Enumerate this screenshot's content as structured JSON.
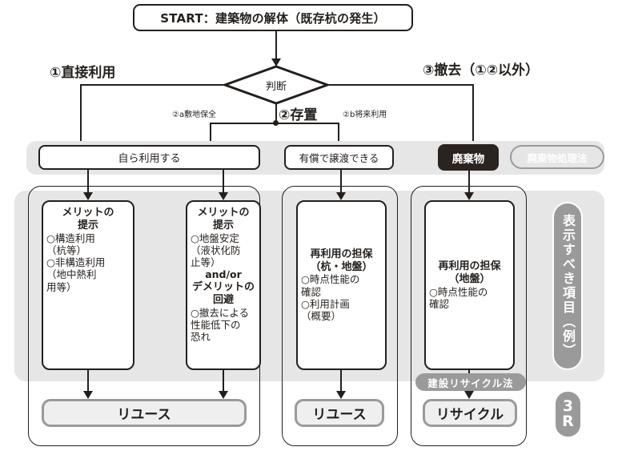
{
  "diagram": {
    "start": {
      "label": "START：建築物の解体（既存杭の発生）"
    },
    "decision": {
      "label": "判断"
    },
    "branches": {
      "left": "①直接利用",
      "right": "③撤去（①②以外）",
      "center": "②存置",
      "center_left": "②a敷地保全",
      "center_right": "②b将来利用"
    },
    "level2": {
      "self_use": "自ら利用する",
      "paid_transfer": "有償で譲渡できる",
      "waste": "廃棄物",
      "waste_law": "廃棄物処理法"
    },
    "cards": [
      {
        "id": "merit-structural",
        "heading": "メリットの\n提示",
        "heading_line1": "メリットの",
        "heading_line2": "提示",
        "items": [
          "○構造利用",
          "（杭等）",
          "○非構造利用",
          "（地中熱利",
          "用等）"
        ]
      },
      {
        "id": "merit-ground",
        "heading_line1": "メリットの",
        "heading_line2": "提示",
        "items_a": [
          "○地盤安定",
          "（液状化防",
          "止等）"
        ],
        "connector": "and/or",
        "heading2_line1": "デメリットの",
        "heading2_line2": "回避",
        "items_b": [
          "○撤去による",
          "性能低下の",
          "恐れ"
        ]
      },
      {
        "id": "reuse-guarantee-pile-ground",
        "heading_line1": "再利用の担保",
        "heading_line2": "（杭・地盤）",
        "items": [
          "○時点性能の",
          "確認",
          "○利用計画",
          "（概要）"
        ]
      },
      {
        "id": "reuse-guarantee-ground",
        "heading_line1": "再利用の担保",
        "heading_line2": "（地盤）",
        "items": [
          "○時点性能の",
          "確認"
        ]
      }
    ],
    "results": {
      "reuse_left": "リユース",
      "reuse_mid": "リユース",
      "recycle": "リサイクル",
      "construction_recycle_law": "建設リサイクル法"
    },
    "side_labels": {
      "display_items": "表示すべき項目（例）",
      "three_r_line1": "3",
      "three_r_line2": "R"
    },
    "colors": {
      "ink": "#231f1c",
      "band": "#e6e6e6",
      "gray": "#9a9a9a",
      "result_fill": "#efefef",
      "chip_black": "#2b2320",
      "white": "#ffffff"
    }
  }
}
